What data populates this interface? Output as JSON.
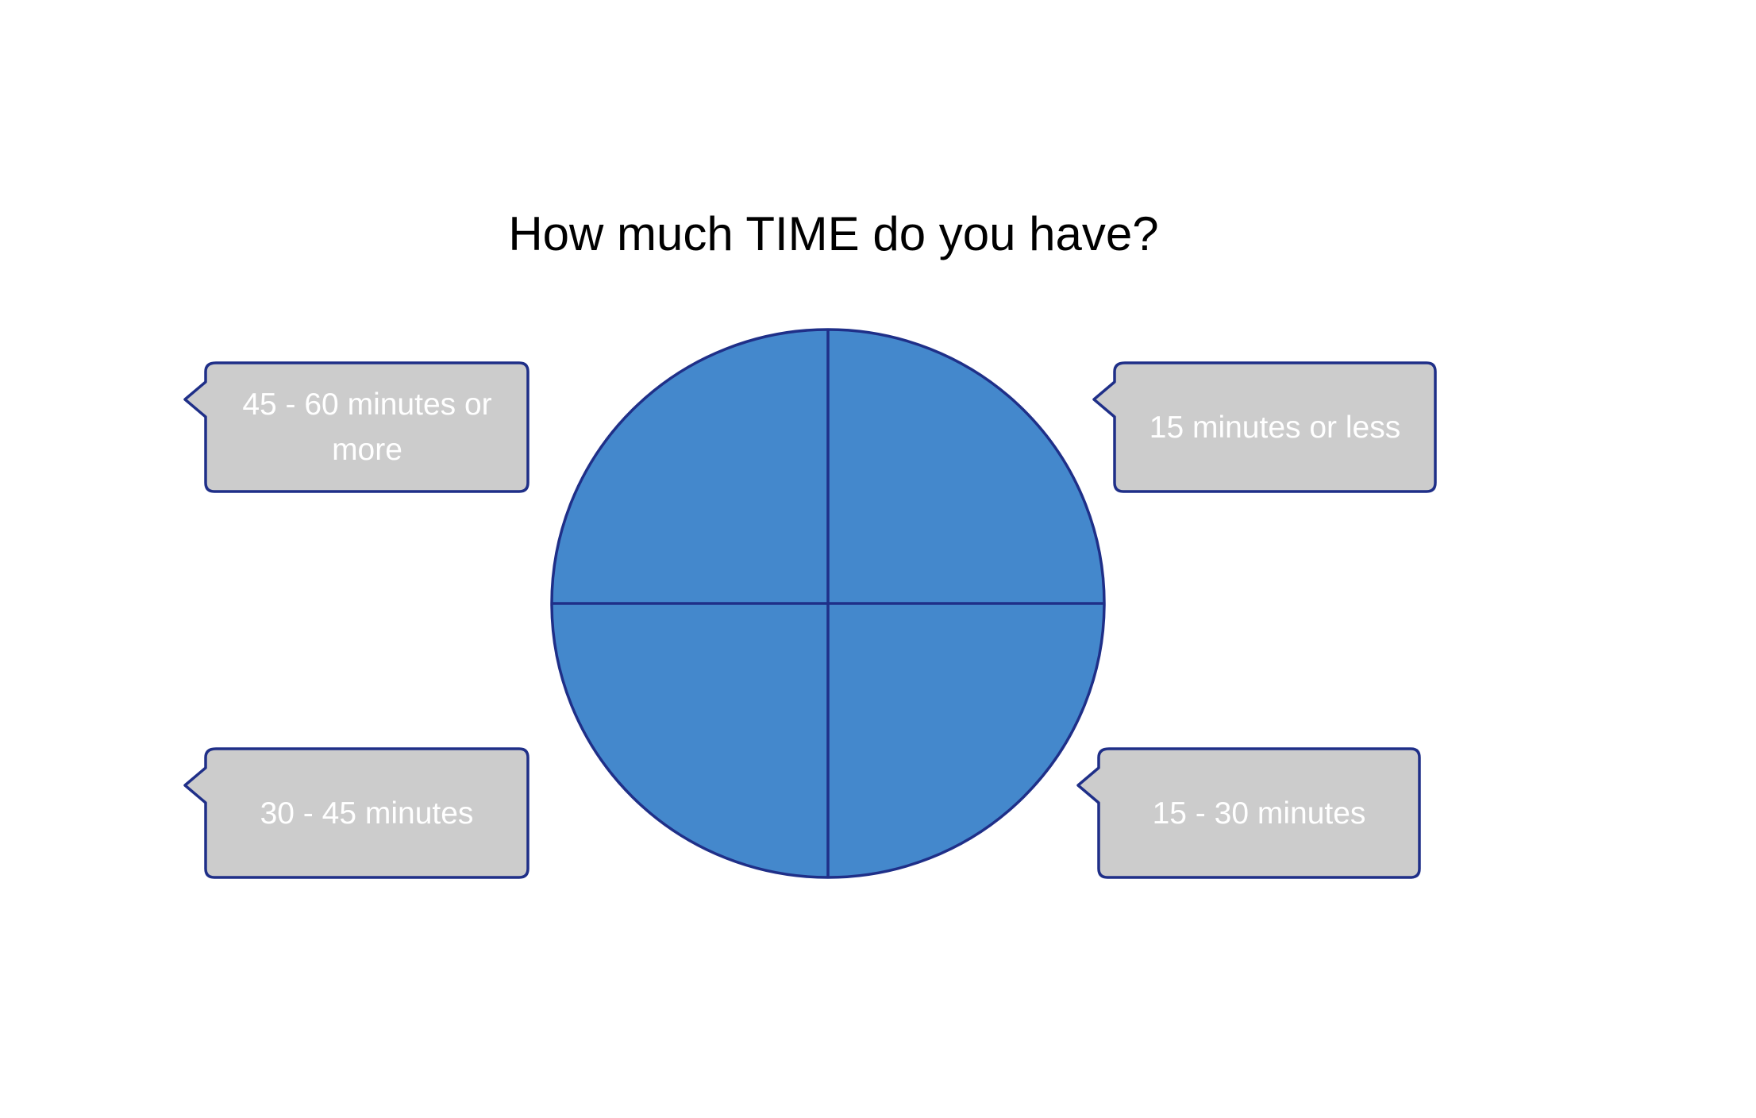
{
  "title": "How much TIME do you have?",
  "colors": {
    "quadrant_fill": "#4488cc",
    "outline": "#1f2f88",
    "callout_fill": "#cccccc",
    "callout_text": "#ffffff"
  },
  "callouts": {
    "top_left": "45 - 60 minutes or more",
    "top_right": "15 minutes or less",
    "bottom_left": "30 - 45 minutes",
    "bottom_right": "15 - 30 minutes"
  }
}
